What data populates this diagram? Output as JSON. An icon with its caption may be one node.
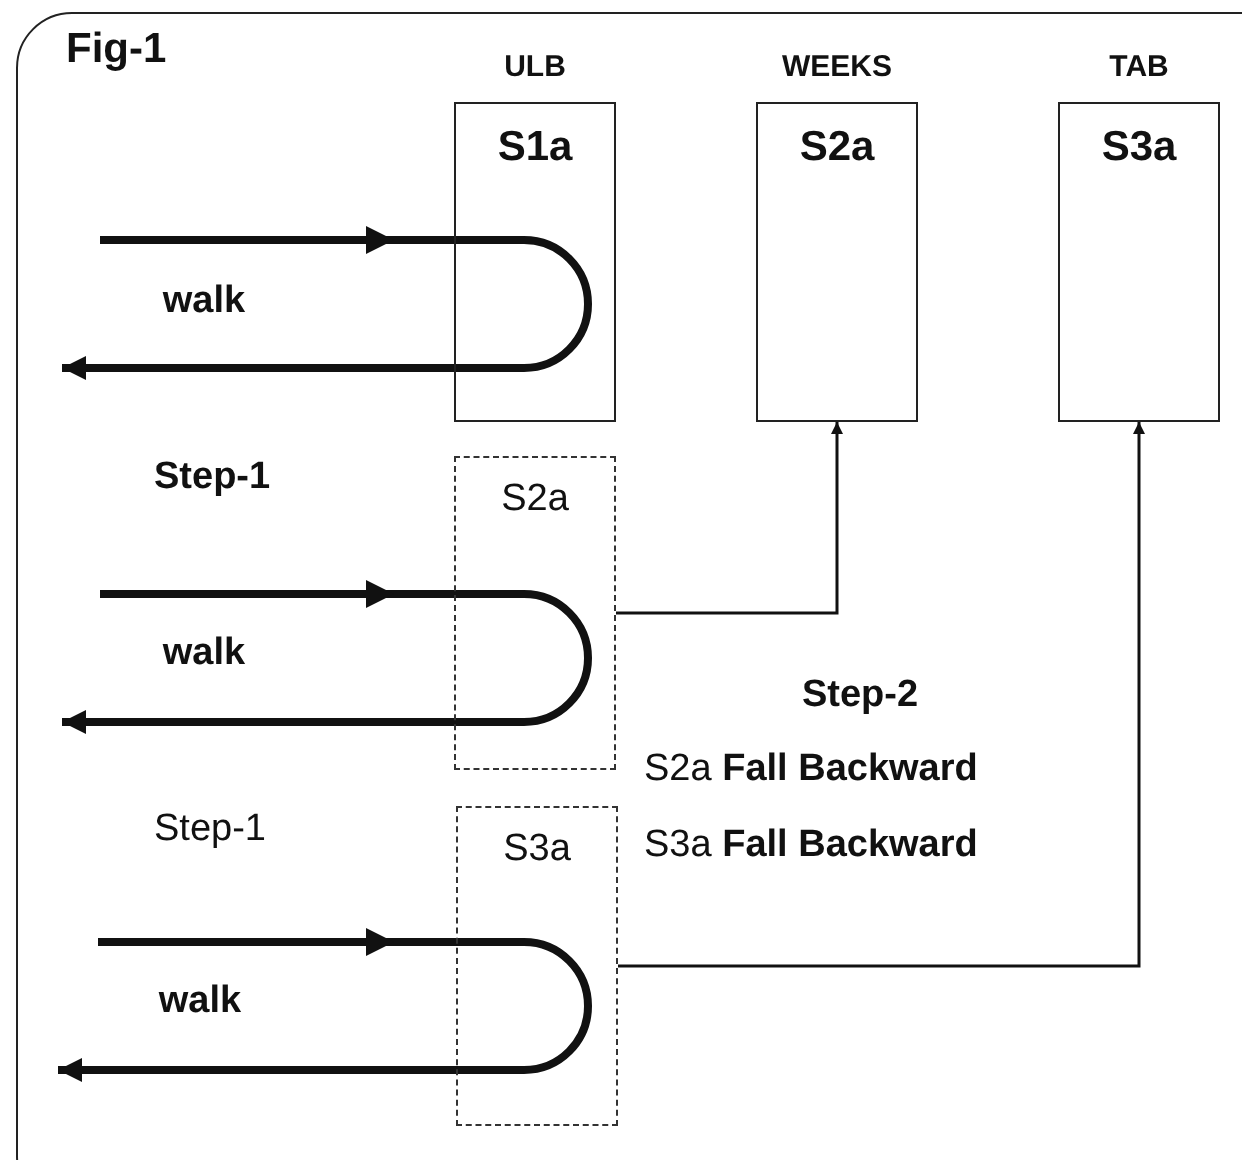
{
  "diagram": {
    "title": "Fig-1",
    "nodes": [
      {
        "text": [
          "ULB",
          "S1a"
        ]
      },
      {
        "text": [
          "WEEKS",
          "S2a"
        ]
      },
      {
        "text": [
          "TAB",
          "S3a"
        ]
      },
      {
        "text": [
          "S2a"
        ]
      },
      {
        "text": [
          "S3a"
        ]
      }
    ],
    "edges": [
      {
        "from": 3,
        "to": 1,
        "arrow": "to"
      },
      {
        "from": 4,
        "to": 2,
        "arrow": "to"
      }
    ],
    "labels": [
      "walk",
      "Step-1",
      "walk",
      "Step-2",
      "S2a **Fall Backward**",
      "Step-1",
      "S3a **Fall Backward**",
      "walk"
    ]
  }
}
